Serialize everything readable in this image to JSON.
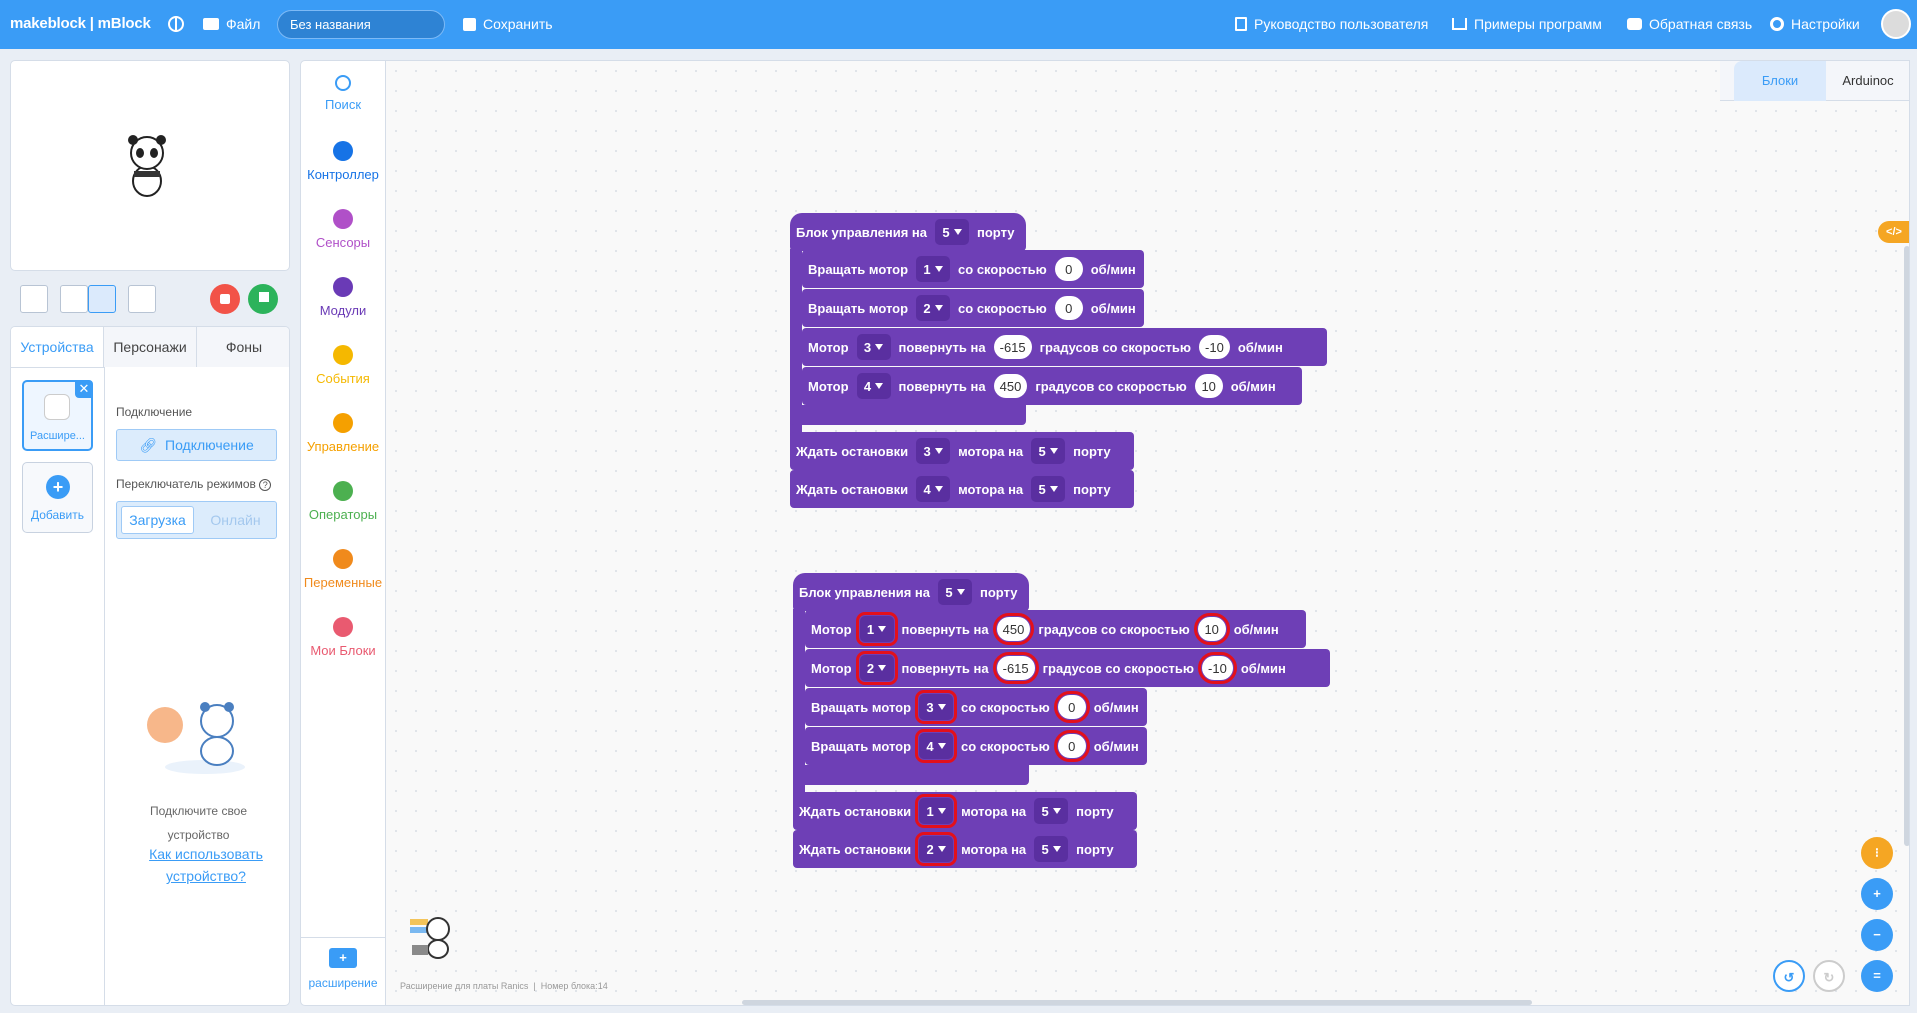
{
  "header": {
    "logo": "makeblock | mBlock",
    "file": "Файл",
    "title_value": "Без названия",
    "save": "Сохранить",
    "guide": "Руководство пользователя",
    "examples": "Примеры программ",
    "feedback": "Обратная связь",
    "settings": "Настройки"
  },
  "left": {
    "tabs": [
      "Устройства",
      "Персонажи",
      "Фоны"
    ],
    "device_name": "Расшире...",
    "add_label": "Добавить",
    "connection_title": "Подключение",
    "connect_btn": "Подключение",
    "mode_title": "Переключатель режимов",
    "mode_upload": "Загрузка",
    "mode_online": "Онлайн",
    "connect_hint_1": "Подключите свое",
    "connect_hint_2": "устройство",
    "how_to_link": "Как использовать устройство?"
  },
  "categories": [
    {
      "label": "Поиск",
      "color": "#3a9cf6"
    },
    {
      "label": "Контроллер",
      "color": "#1673e6"
    },
    {
      "label": "Сенсоры",
      "color": "#b050c8"
    },
    {
      "label": "Модули",
      "color": "#6a3ab6"
    },
    {
      "label": "События",
      "color": "#f5b800"
    },
    {
      "label": "Управление",
      "color": "#f5a000"
    },
    {
      "label": "Операторы",
      "color": "#4cb050"
    },
    {
      "label": "Переменные",
      "color": "#f08a1c"
    },
    {
      "label": "Мои Блоки",
      "color": "#e95a70"
    }
  ],
  "extension_label": "расширение",
  "editor": {
    "tab_blocks": "Блоки",
    "tab_code": "Arduinoc",
    "status_left": "Расширение для платы Ranics",
    "status_right": "Номер блока:14"
  },
  "block_text": {
    "hat": "Блок управления на",
    "port": "порту",
    "spin": "Вращать мотор",
    "with_speed": "со скоростью",
    "rpm": "об/мин",
    "motor": "Мотор",
    "turn_on": "повернуть на",
    "deg_speed": "градусов со скоростью",
    "wait_stop": "Ждать остановки",
    "motor_on": "мотора на"
  },
  "script1": {
    "hat_port": "5",
    "r1_motor": "1",
    "r1_speed": "0",
    "r2_motor": "2",
    "r2_speed": "0",
    "r3_motor": "3",
    "r3_deg": "-615",
    "r3_speed": "-10",
    "r4_motor": "4",
    "r4_deg": "450",
    "r4_speed": "10",
    "w1_motor": "3",
    "w1_port": "5",
    "w2_motor": "4",
    "w2_port": "5"
  },
  "script2": {
    "hat_port": "5",
    "r1_motor": "1",
    "r1_deg": "450",
    "r1_speed": "10",
    "r2_motor": "2",
    "r2_deg": "-615",
    "r2_speed": "-10",
    "r3_motor": "3",
    "r3_speed": "0",
    "r4_motor": "4",
    "r4_speed": "0",
    "w1_motor": "1",
    "w1_port": "5",
    "w2_motor": "2",
    "w2_port": "5"
  }
}
